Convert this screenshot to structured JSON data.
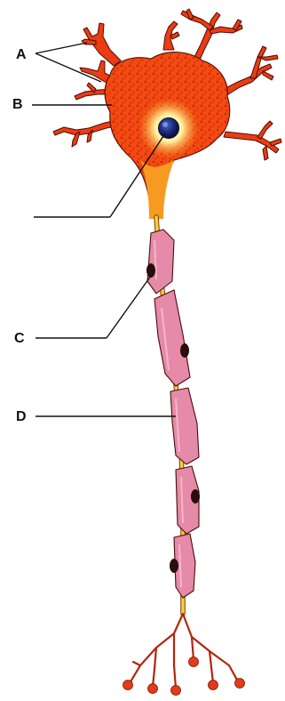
{
  "labels": {
    "a": "A",
    "b": "B",
    "c": "C",
    "d": "D"
  },
  "colors": {
    "cell_body": "#f24a10",
    "dendrite": "#ec3c12",
    "outline": "#4a0d06",
    "nucleus_glow": "#fff1a0",
    "nucleus": "#1c2a7a",
    "axon_hillock": "#f79a22",
    "axon": "#f7cf3a",
    "myelin": "#e58aa8",
    "node": "#2a0d0d",
    "terminal": "#e33a17"
  },
  "icons": {
    "cell_body": "neuron-cell-body-icon",
    "nucleus": "nucleus-icon",
    "myelin": "myelin-sheath-icon",
    "terminal": "axon-terminal-icon"
  }
}
